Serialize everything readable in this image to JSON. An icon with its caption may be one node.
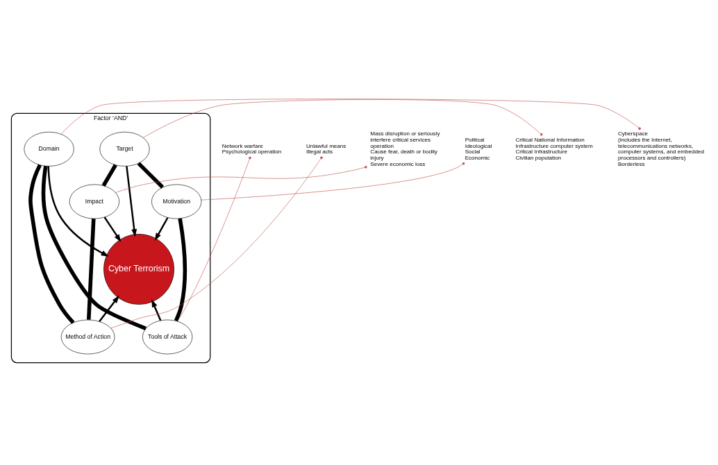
{
  "diagram": {
    "nodes": [
      {
        "text": [
          "Factor ‘AND’"
        ]
      },
      {
        "text": [
          "Target"
        ],
        "in": 0
      },
      {
        "text": [
          "Impact"
        ],
        "in": 0
      },
      {
        "text": [
          "Method of Action"
        ],
        "in": 0
      },
      {
        "text": [
          "Domain"
        ],
        "in": 0
      },
      {
        "text": [
          "Tools of Attack"
        ],
        "in": 0
      },
      {
        "text": [
          "Motivation"
        ],
        "in": 0
      },
      {
        "text": [
          "Cyber Terrorism"
        ],
        "in": 0
      },
      {
        "text": [
          "Critical National Information Infrastructure computer system",
          "Critical Infrastructure",
          "Civilian population"
        ]
      },
      {
        "text": [
          "Mass disruption or seriously interfere critical services operation",
          "Cause fear, death or bodily injury",
          "Severe economic loss"
        ]
      },
      {
        "text": [
          "Political",
          "Ideological",
          "Social",
          "Economic"
        ]
      },
      {
        "text": [
          "Network warfare",
          "Psychological operation"
        ]
      },
      {
        "text": [
          "Unlawful means",
          "Illegal acts"
        ]
      },
      {
        "text": [
          "Cyberspace",
          "(includes the Internet, telecommunications networks, computer systems, and embedded processors and controllers)",
          "Borderless"
        ]
      }
    ],
    "edges": [
      {
        "from": 1,
        "to": 2,
        "arrow": "none",
        "style": "thick"
      },
      {
        "from": 2,
        "to": 3,
        "arrow": "none",
        "style": "thick"
      },
      {
        "from": 3,
        "to": 4,
        "arrow": "none",
        "style": "thick"
      },
      {
        "from": 4,
        "to": 5,
        "arrow": "none",
        "style": "thick"
      },
      {
        "from": 5,
        "to": 6,
        "arrow": "none",
        "style": "thick"
      },
      {
        "from": 6,
        "to": 1,
        "arrow": "none",
        "style": "thick"
      },
      {
        "from": 1,
        "to": 7,
        "arrow": "to"
      },
      {
        "from": 2,
        "to": 7,
        "arrow": "to"
      },
      {
        "from": 3,
        "to": 7,
        "arrow": "to"
      },
      {
        "from": 4,
        "to": 7,
        "arrow": "to"
      },
      {
        "from": 5,
        "to": 7,
        "arrow": "to"
      },
      {
        "from": 6,
        "to": 7,
        "arrow": "to"
      },
      {
        "from": 8,
        "to": 1,
        "arrow": "other",
        "color": "#c0504d"
      },
      {
        "from": 9,
        "to": 2,
        "arrow": "other",
        "color": "#c0504d"
      },
      {
        "from": 10,
        "to": 6,
        "arrow": "other",
        "color": "#c0504d"
      },
      {
        "from": 11,
        "to": 5,
        "arrow": "other",
        "color": "#c0504d"
      },
      {
        "from": 12,
        "to": 3,
        "arrow": "other",
        "color": "#c0504d"
      },
      {
        "from": 13,
        "to": 4,
        "arrow": "other",
        "color": "#c0504d"
      }
    ]
  }
}
